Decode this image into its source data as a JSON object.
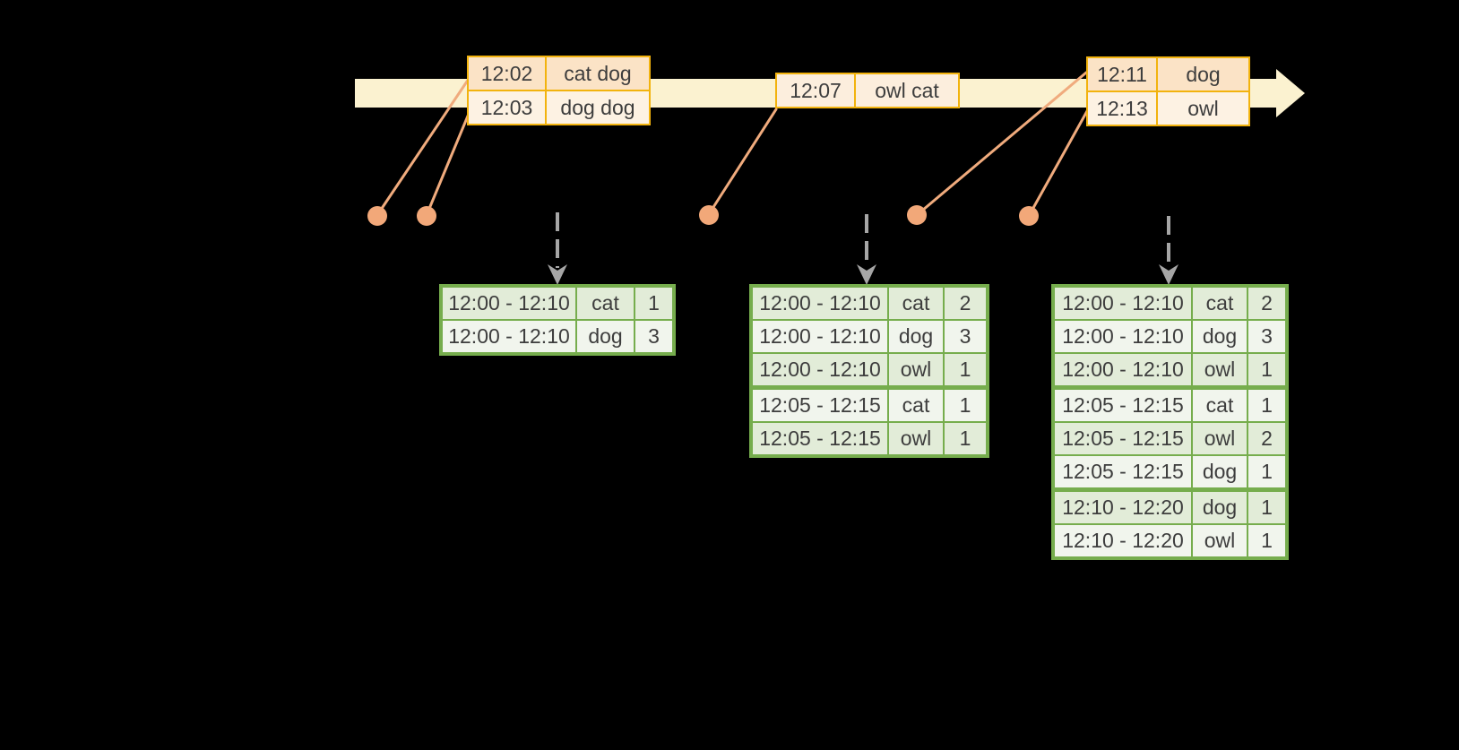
{
  "colors": {
    "background": "#000000",
    "timeline_fill": "#fbf2d0",
    "event_table_border": "#f2b30e",
    "event_row_dark": "#fbe3c6",
    "event_row_light": "#fdf2e3",
    "connector_orange": "#f0ab7d",
    "result_table_border": "#76ad4d",
    "result_row_dark": "#e2ecd8",
    "result_row_light": "#f1f5ed",
    "trigger_arrow_gray": "#a6a6a6",
    "text": "#3d3d3d"
  },
  "event_tables": [
    {
      "rows": [
        {
          "time": "12:02",
          "words": "cat dog"
        },
        {
          "time": "12:03",
          "words": "dog dog"
        }
      ]
    },
    {
      "rows": [
        {
          "time": "12:07",
          "words": "owl cat"
        }
      ]
    },
    {
      "rows": [
        {
          "time": "12:11",
          "words": "dog"
        },
        {
          "time": "12:13",
          "words": "owl"
        }
      ]
    }
  ],
  "result_tables": [
    {
      "rows": [
        {
          "window": "12:00 - 12:10",
          "word": "cat",
          "count": "1"
        },
        {
          "window": "12:00 - 12:10",
          "word": "dog",
          "count": "3"
        }
      ]
    },
    {
      "rows": [
        {
          "window": "12:00 - 12:10",
          "word": "cat",
          "count": "2"
        },
        {
          "window": "12:00 - 12:10",
          "word": "dog",
          "count": "3"
        },
        {
          "window": "12:00 - 12:10",
          "word": "owl",
          "count": "1"
        },
        {
          "window": "12:05 - 12:15",
          "word": "cat",
          "count": "1"
        },
        {
          "window": "12:05 - 12:15",
          "word": "owl",
          "count": "1"
        }
      ]
    },
    {
      "rows": [
        {
          "window": "12:00 - 12:10",
          "word": "cat",
          "count": "2"
        },
        {
          "window": "12:00 - 12:10",
          "word": "dog",
          "count": "3"
        },
        {
          "window": "12:00 - 12:10",
          "word": "owl",
          "count": "1"
        },
        {
          "window": "12:05 - 12:15",
          "word": "cat",
          "count": "1"
        },
        {
          "window": "12:05 - 12:15",
          "word": "owl",
          "count": "2"
        },
        {
          "window": "12:05 - 12:15",
          "word": "dog",
          "count": "1"
        },
        {
          "window": "12:10 - 12:20",
          "word": "dog",
          "count": "1"
        },
        {
          "window": "12:10 - 12:20",
          "word": "owl",
          "count": "1"
        }
      ]
    }
  ]
}
